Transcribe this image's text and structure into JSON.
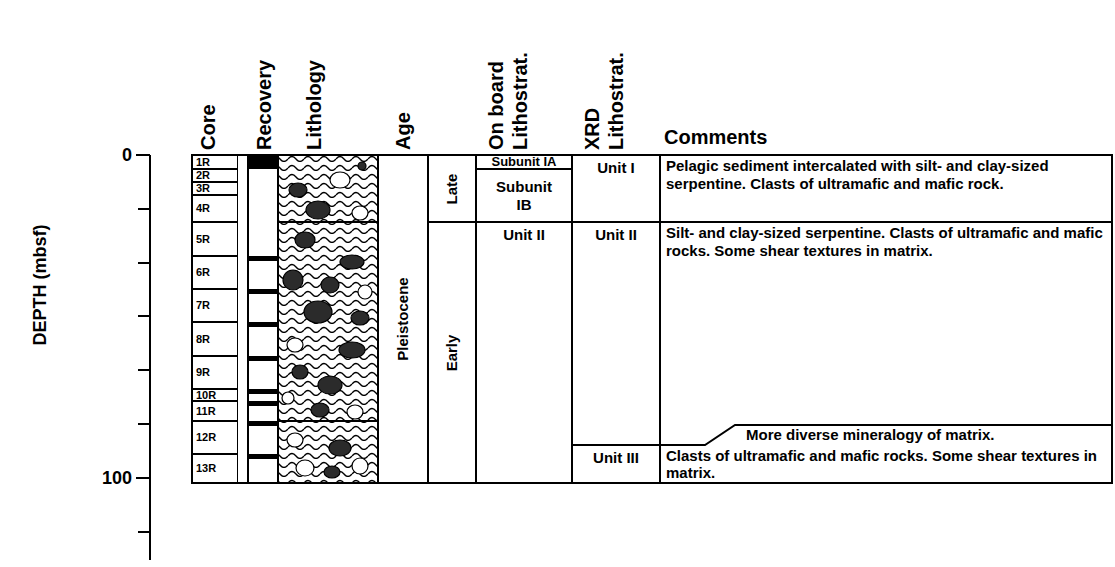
{
  "diagram": {
    "nodes": [
      {
        "text": [
          "1R"
        ]
      },
      {
        "text": [
          "2R"
        ]
      },
      {
        "text": [
          "3R"
        ]
      },
      {
        "text": [
          "4R"
        ]
      },
      {
        "text": [
          "5R"
        ]
      },
      {
        "text": [
          "6R"
        ]
      },
      {
        "text": [
          "7R"
        ]
      },
      {
        "text": [
          "8R"
        ]
      },
      {
        "text": [
          "9R"
        ]
      },
      {
        "text": [
          "10R"
        ]
      },
      {
        "text": [
          "11R"
        ]
      },
      {
        "text": [
          "12R"
        ]
      },
      {
        "text": [
          "13R"
        ]
      },
      {
        "text": [
          "Pleistocene"
        ]
      },
      {
        "text": [
          "Late"
        ]
      },
      {
        "text": [
          "Early"
        ]
      },
      {
        "text": [
          "Subunit IA"
        ]
      },
      {
        "text": [
          "Subunit IB"
        ]
      },
      {
        "text": [
          "Unit II"
        ]
      },
      {
        "text": [
          "Unit I"
        ]
      },
      {
        "text": [
          "Unit II"
        ]
      },
      {
        "text": [
          "Unit III"
        ]
      },
      {
        "text": [
          "Pelagic sediment intercalated with silt- and clay-sized serpentine. Clasts of ultramafic and mafic rock."
        ]
      },
      {
        "text": [
          "Silt- and clay-sized serpentine. Clasts of ultramafic and mafic rocks. Some shear textures in matrix."
        ]
      },
      {
        "text": [
          "More diverse mineralogy of matrix.",
          "Clasts of ultramafic and mafic rocks. Some shear textures in matrix."
        ]
      }
    ],
    "labels": [
      "Core",
      "Recovery",
      "Lithology",
      "Age",
      "On board Lithostrat.",
      "XRD Lithostrat.",
      "Comments",
      "DEPTH (mbsf)",
      "0",
      "100"
    ]
  }
}
